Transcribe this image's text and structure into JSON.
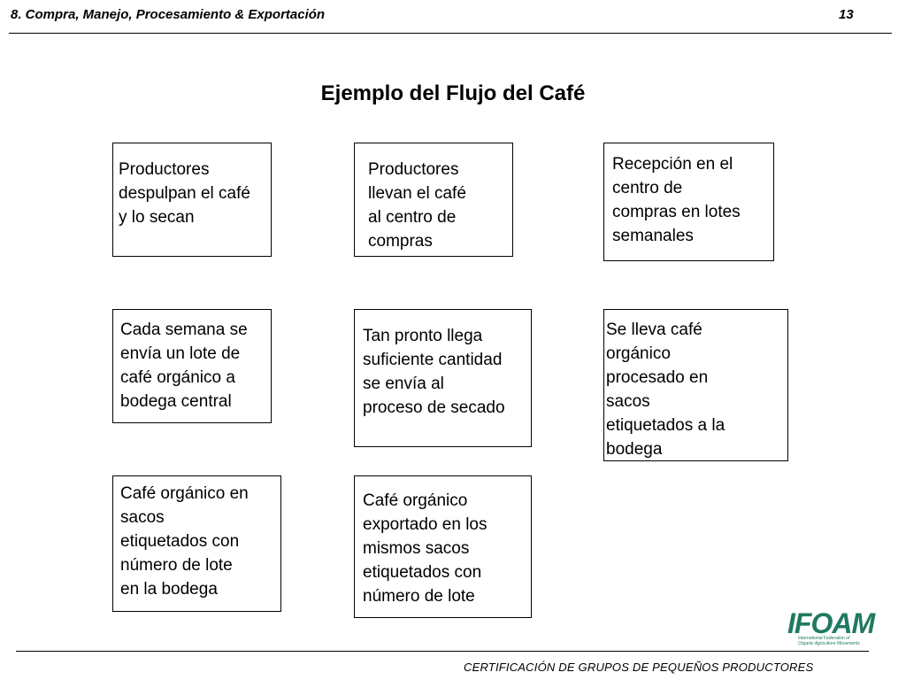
{
  "header": {
    "section": "8. Compra, Manejo, Procesamiento & Exportación",
    "page_number": "13"
  },
  "title": "Ejemplo del Flujo del Café",
  "boxes": [
    {
      "text": "Productores\ndespulpan el café\n y lo secan"
    },
    {
      "text": "Productores\nllevan el café\nal centro de\ncompras"
    },
    {
      "text": "Recepción en el\ncentro de\ncompras en lotes\nsemanales"
    },
    {
      "text": "Cada semana se\nenvía un lote de\ncafé orgánico a\nbodega central"
    },
    {
      "text": "Tan pronto llega\nsuficiente cantidad\nse envía al\nproceso de secado"
    },
    {
      "text": "Se lleva café\norgánico\nprocesado en\nsacos\netiquetados a la\nbodega"
    },
    {
      "text": "Café orgánico en\nsacos\netiquetados con\nnúmero de lote\nen la bodega"
    },
    {
      "text": "Café orgánico\nexportado en los\nmismos sacos\netiquetados con\nnúmero de lote"
    }
  ],
  "logo": {
    "name": "IFOAM",
    "subtitle": "International Federation of\nOrganic Agriculture Movements",
    "color": "#1f7a60"
  },
  "footer": "CERTIFICACIÓN DE GRUPOS DE PEQUEÑOS PRODUCTORES"
}
